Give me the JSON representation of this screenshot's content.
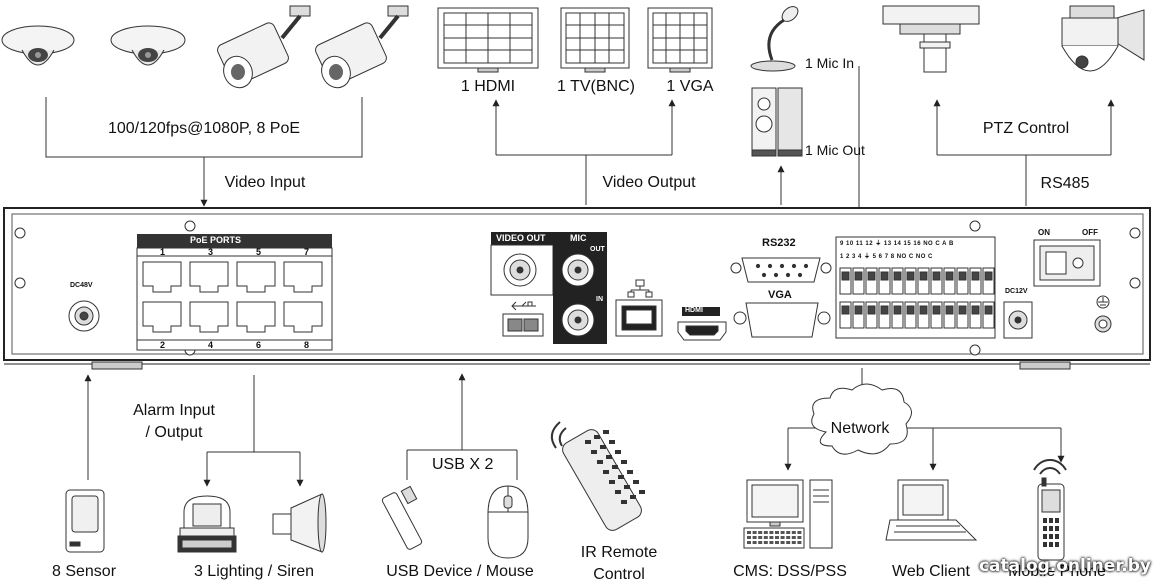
{
  "labels": {
    "camera_spec": "100/120fps@1080P, 8 PoE",
    "video_input": "Video Input",
    "hdmi": "1 HDMI",
    "tv_bnc": "1 TV(BNC)",
    "vga_out": "1 VGA",
    "video_output": "Video Output",
    "mic_in": "1 Mic In",
    "mic_out": "1 Mic Out",
    "ptz_control": "PTZ Control",
    "rs485": "RS485",
    "alarm_io": "Alarm Input\n/ Output",
    "usb_x2": "USB X 2",
    "network": "Network",
    "sensor": "8 Sensor",
    "lighting_siren": "3 Lighting / Siren",
    "usb_device_mouse": "USB Device / Mouse",
    "ir_remote": "IR Remote\nControl",
    "cms": "CMS: DSS/PSS",
    "web_client": "Web Client",
    "mobile_phone": "Mobile Phone"
  },
  "panel": {
    "poe_ports": "PoE PORTS",
    "poe_top_numbers": [
      "1",
      "3",
      "5",
      "7"
    ],
    "poe_bottom_numbers": [
      "2",
      "4",
      "6",
      "8"
    ],
    "video_out": "VIDEO OUT",
    "mic": "MIC",
    "mic_out": "OUT",
    "mic_in": "IN",
    "rs232": "RS232",
    "vga": "VGA",
    "hdmi_logo": "HDMI",
    "dc48v": "DC48V",
    "dc12v": "DC12V",
    "on": "ON",
    "off": "OFF",
    "alarm_top": "9 10 11 12 ⏚ 13 14 15 16 NO C  A  B",
    "alarm_bottom": "1 2 3 4 ⏚ 5 6 7 8 NO C NO C"
  },
  "watermark": "catalog.onliner.by"
}
